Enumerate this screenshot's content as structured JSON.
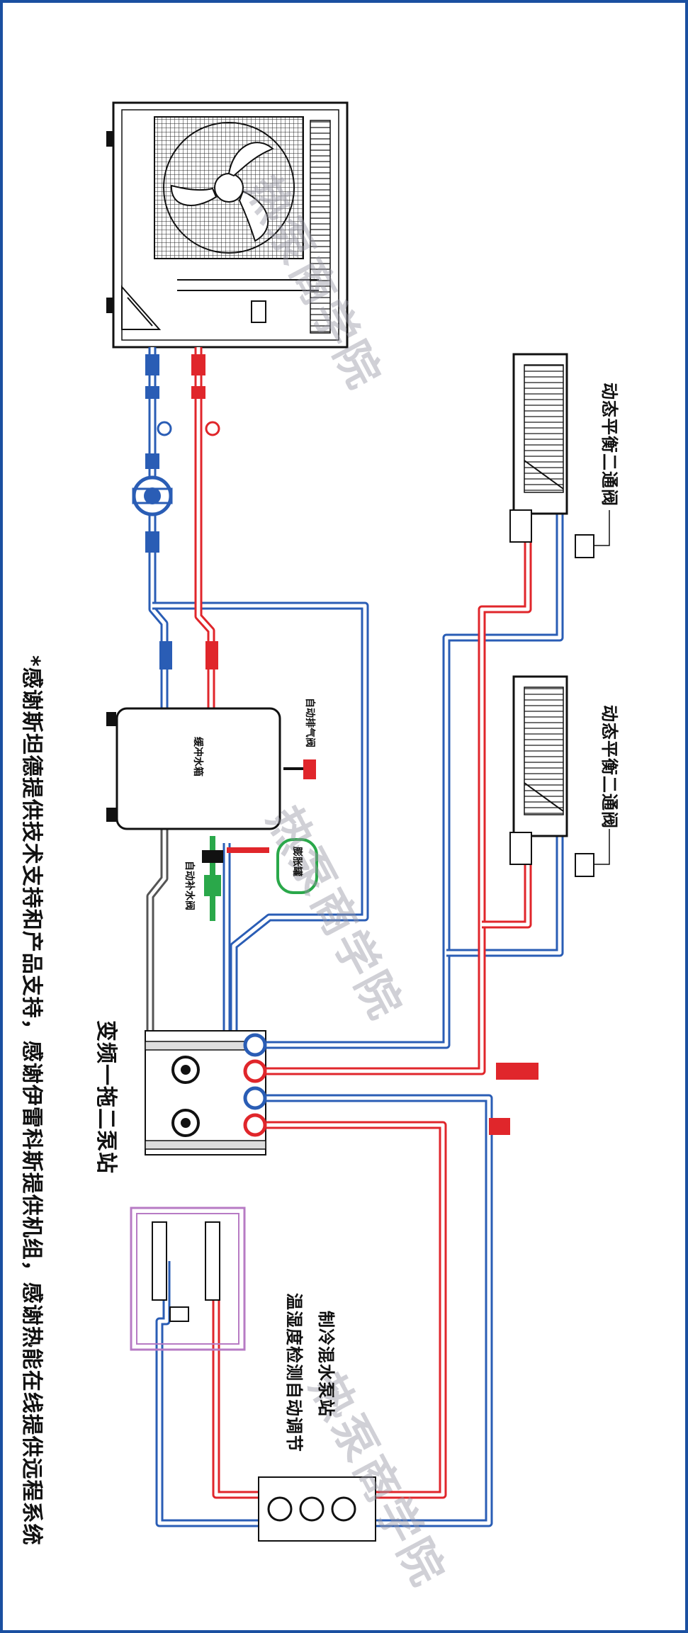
{
  "colors": {
    "frame": "#1a4fa0",
    "supply": "#e0262b",
    "return": "#2a5db5",
    "makeup": "#2aa84a",
    "manifold_box": "#b77bc4"
  },
  "icons": [
    "heat-pump-unit",
    "fan-icon",
    "circulation-pump-icon",
    "buffer-tank",
    "expansion-tank",
    "air-vent-valve",
    "auto-fill-valve",
    "fan-coil-unit",
    "two-way-valve",
    "manifold",
    "mixing-pump-station"
  ],
  "labels": {
    "credits": "*感谢斯坦德提供技术支持和产品支持，感谢伊雷科斯提供机组，感谢热能在线提供远程系统",
    "fancoil_valve_upper": "动态平衡二通阀",
    "fancoil_valve_lower": "动态平衡二通阀",
    "air_vent": "自动排气阀",
    "buffer_tank": "缓冲水箱",
    "expansion_tank": "膨胀罐",
    "auto_fill": "自动补水阀",
    "pump_station": "变频一拖二泵站",
    "mixing_station_line1": "制冷混水泵站",
    "mixing_station_line2": "温湿度检测自动调节"
  },
  "watermarks": [
    "热泵商学院",
    "热泵商学院",
    "热泵商学院"
  ]
}
